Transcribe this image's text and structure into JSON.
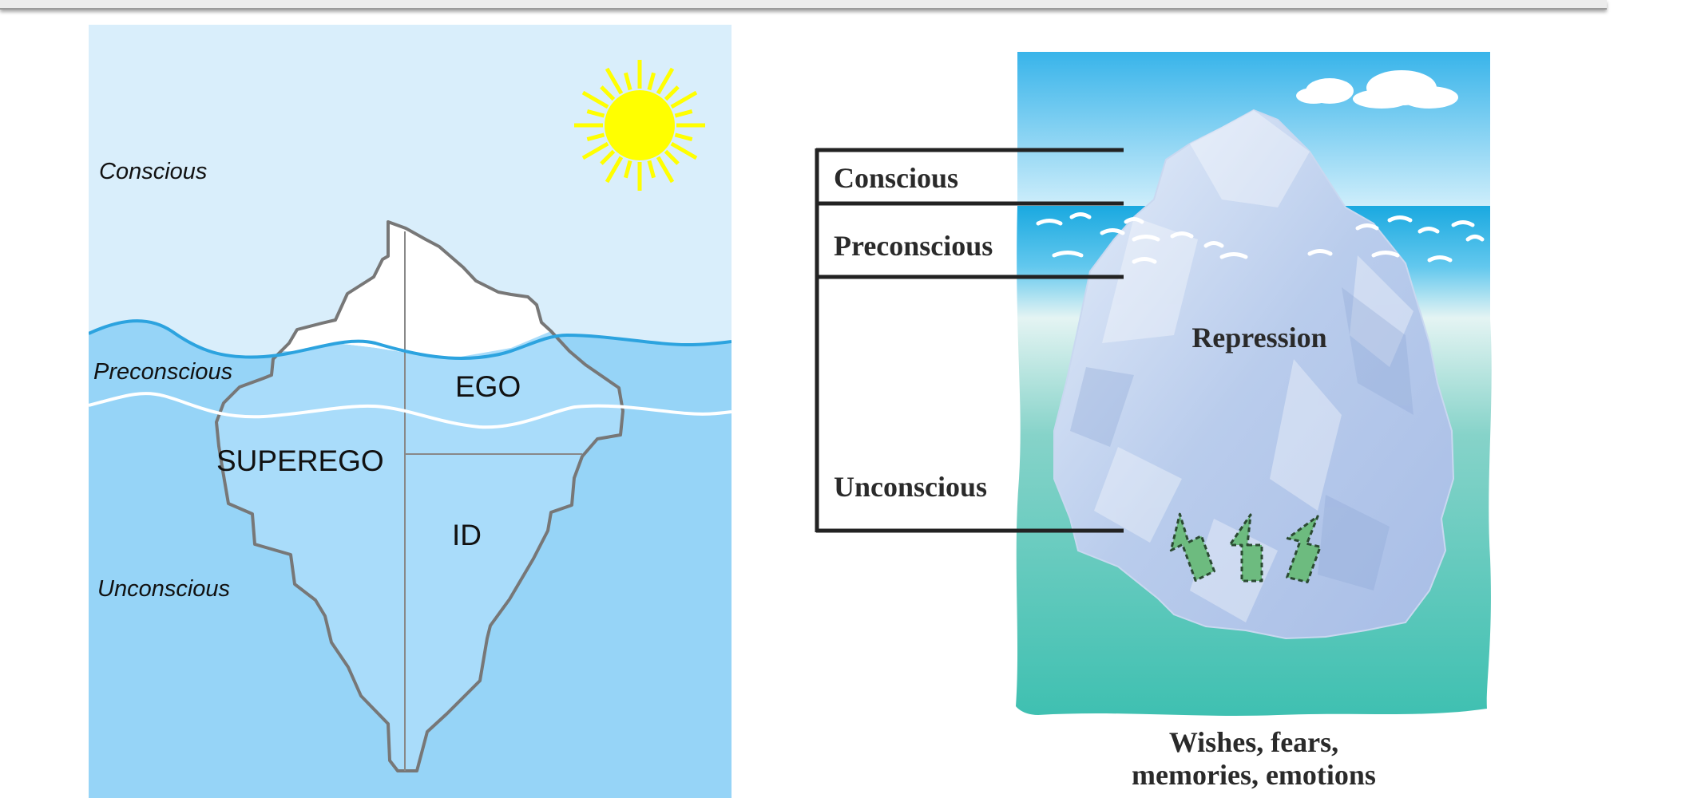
{
  "left_diagram": {
    "levels": {
      "conscious": "Conscious",
      "preconscious": "Preconscious",
      "unconscious": "Unconscious"
    },
    "parts": {
      "ego": "EGO",
      "superego": "SUPEREGO",
      "id": "ID"
    },
    "colors": {
      "sky": "#d9eefb",
      "water": "#96d4f7",
      "ice": "#ffffff",
      "submerged_ice": "#a9dcfa",
      "sun": "#ffff00",
      "outline": "#777777"
    }
  },
  "right_diagram": {
    "levels": {
      "conscious": "Conscious",
      "preconscious": "Preconscious",
      "unconscious": "Unconscious"
    },
    "repression": "Repression",
    "caption_line1": "Wishes, fears,",
    "caption_line2": "memories, emotions",
    "colors": {
      "sky": "#3fb8ea",
      "sea": "#45c3b6",
      "iceberg": "#b8cdea",
      "arrows": "#6dbb7f"
    }
  }
}
